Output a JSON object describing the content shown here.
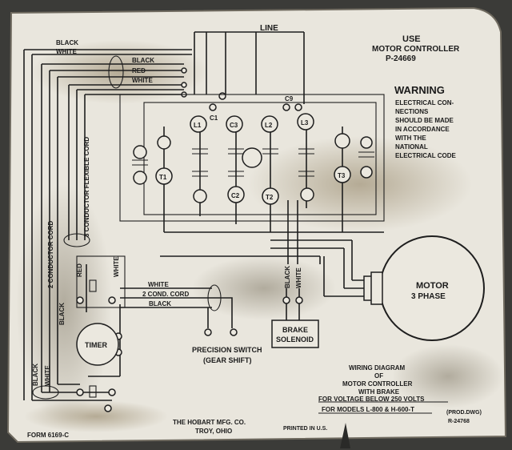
{
  "top": {
    "line_label": "LINE",
    "use_label": "USE",
    "controller_label": "MOTOR CONTROLLER",
    "part_number": "P-24669"
  },
  "warning": {
    "title": "WARNING",
    "lines": [
      "ELECTRICAL CON-",
      "NECTIONS",
      "SHOULD BE MADE",
      "IN ACCORDANCE",
      "WITH THE",
      "NATIONAL",
      "ELECTRICAL CODE"
    ]
  },
  "wires": {
    "top_black": "BLACK",
    "top_white": "WHITE",
    "mid_black": "BLACK",
    "mid_red": "RED",
    "mid_white": "WHITE",
    "flex_cord": "3 CONDUCTOR FLEXIBLE CORD",
    "two_cond_cord": "2 CONDUCTOR CORD",
    "left_black": "BLACK",
    "red": "RED",
    "white_vertical": "WHITE",
    "cord_white": "WHITE",
    "cord_label": "2 COND. CORD",
    "cord_black": "BLACK",
    "bottom_black": "BLACK",
    "bottom_white": "WHITE",
    "brake_black": "BLACK",
    "brake_white": "WHITE"
  },
  "components": {
    "L1": "L1",
    "L2": "L2",
    "L3": "L3",
    "C1": "C1",
    "C2": "C2",
    "C3": "C3",
    "C9": "C9",
    "T1": "T1",
    "T2": "T2",
    "T3": "T3"
  },
  "motor": {
    "line1": "MOTOR",
    "line2": "3 PHASE"
  },
  "brake": {
    "line1": "BRAKE",
    "line2": "SOLENOID"
  },
  "timer": "TIMER",
  "precision": {
    "line1": "PRECISION SWITCH",
    "line2": "(GEAR SHIFT)"
  },
  "wiring": {
    "line1": "WIRING DIAGRAM",
    "line2": "OF",
    "line3": "MOTOR CONTROLLER",
    "line4": "WITH BRAKE",
    "line5": "FOR VOLTAGE BELOW 250 VOLTS",
    "line6": "FOR MODELS L-800 & H-600-T"
  },
  "footer": {
    "form": "FORM 6169-C",
    "maker": "THE HOBART MFG. CO.",
    "city": "TROY, OHIO",
    "printed": "PRINTED IN U.S.",
    "prod_dwg": "(PROD.DWG)",
    "dwg_no": "R-24768"
  },
  "colors": {
    "background": "#3b3b38",
    "paper": "#e9e6dd",
    "ink": "#1e1e1e"
  }
}
